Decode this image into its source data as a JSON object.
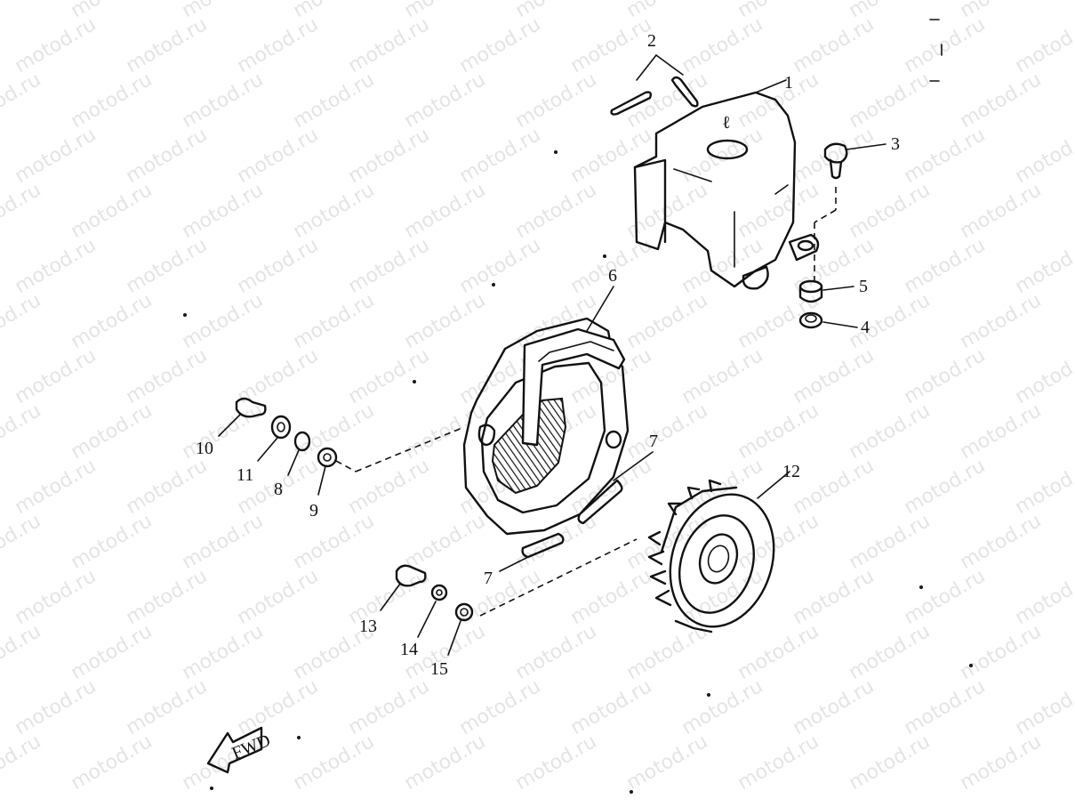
{
  "watermark": "motod.ru",
  "arrow_label": "FWD",
  "callouts": [
    {
      "id": "c1",
      "text": "1"
    },
    {
      "id": "c2",
      "text": "2"
    },
    {
      "id": "c3",
      "text": "3"
    },
    {
      "id": "c4",
      "text": "4"
    },
    {
      "id": "c5",
      "text": "5"
    },
    {
      "id": "c6",
      "text": "6"
    },
    {
      "id": "c7a",
      "text": "7"
    },
    {
      "id": "c7b",
      "text": "7"
    },
    {
      "id": "c8",
      "text": "8"
    },
    {
      "id": "c9",
      "text": "9"
    },
    {
      "id": "c10",
      "text": "10"
    },
    {
      "id": "c11",
      "text": "11"
    },
    {
      "id": "c12",
      "text": "12"
    },
    {
      "id": "c13",
      "text": "13"
    },
    {
      "id": "c14",
      "text": "14"
    },
    {
      "id": "c15",
      "text": "15"
    }
  ]
}
